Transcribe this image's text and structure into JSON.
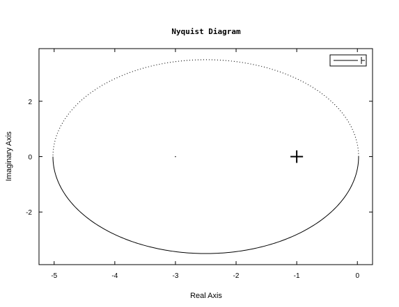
{
  "chart_data": {
    "type": "line",
    "title": "Nyquist Diagram",
    "xlabel": "Real Axis",
    "ylabel": "Imaginary Axis",
    "xlim": [
      -5.25,
      0.25
    ],
    "ylim": [
      -3.9,
      3.9
    ],
    "xticks": [
      -5,
      -4,
      -3,
      -2,
      -1,
      0
    ],
    "yticks": [
      -2,
      0,
      2
    ],
    "xtick_labels": [
      "-5",
      "-4",
      "-3",
      "-2",
      "-1",
      "0"
    ],
    "ytick_labels": [
      "-2",
      "0",
      "2"
    ],
    "grid": false,
    "legend": {
      "placement": "top-right",
      "entries": [
        ""
      ]
    },
    "critical_point": {
      "x": -1,
      "y": 0,
      "marker": "+"
    },
    "series": [
      {
        "center": [
          -2.5,
          0
        ],
        "radius_x": 2.52,
        "radius_y": 3.5,
        "upper_half_style": "dotted",
        "lower_half_style": "solid",
        "color": "#000000"
      }
    ],
    "center_dot": {
      "x": -3,
      "y": 0
    }
  }
}
